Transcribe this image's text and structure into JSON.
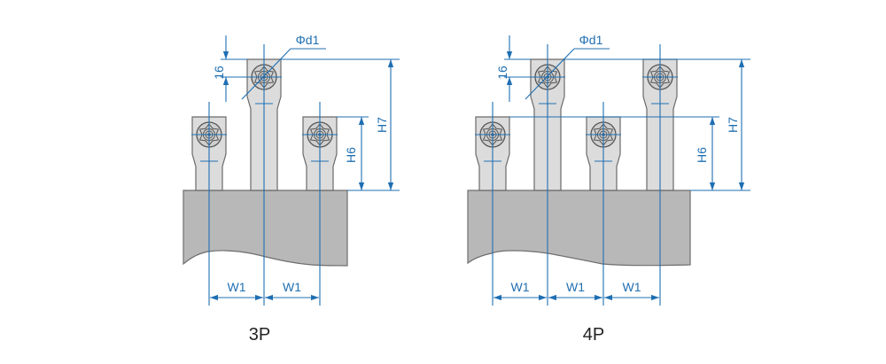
{
  "title": "Terminal dimension drawing",
  "colors": {
    "dimension_line": "#1f6fb2",
    "base_fill": "#b8b8b8",
    "base_stroke": "#6e6e6e",
    "terminal_fill": "#dcdcdc",
    "terminal_stroke": "#6a6a6a",
    "caption": "#222222"
  },
  "views": [
    {
      "id": "3p",
      "caption": "3P",
      "poles": 3,
      "terminal_heights": [
        "short",
        "tall",
        "short"
      ],
      "labels": {
        "diameter": "Φd1",
        "head_offset": "16",
        "height_short": "H6",
        "height_tall": "H7",
        "pitch": [
          "W1",
          "W1"
        ]
      }
    },
    {
      "id": "4p",
      "caption": "4P",
      "poles": 4,
      "terminal_heights": [
        "short",
        "tall",
        "short",
        "tall"
      ],
      "labels": {
        "diameter": "Φd1",
        "head_offset": "16",
        "height_short": "H6",
        "height_tall": "H7",
        "pitch": [
          "W1",
          "W1",
          "W1"
        ]
      }
    }
  ]
}
